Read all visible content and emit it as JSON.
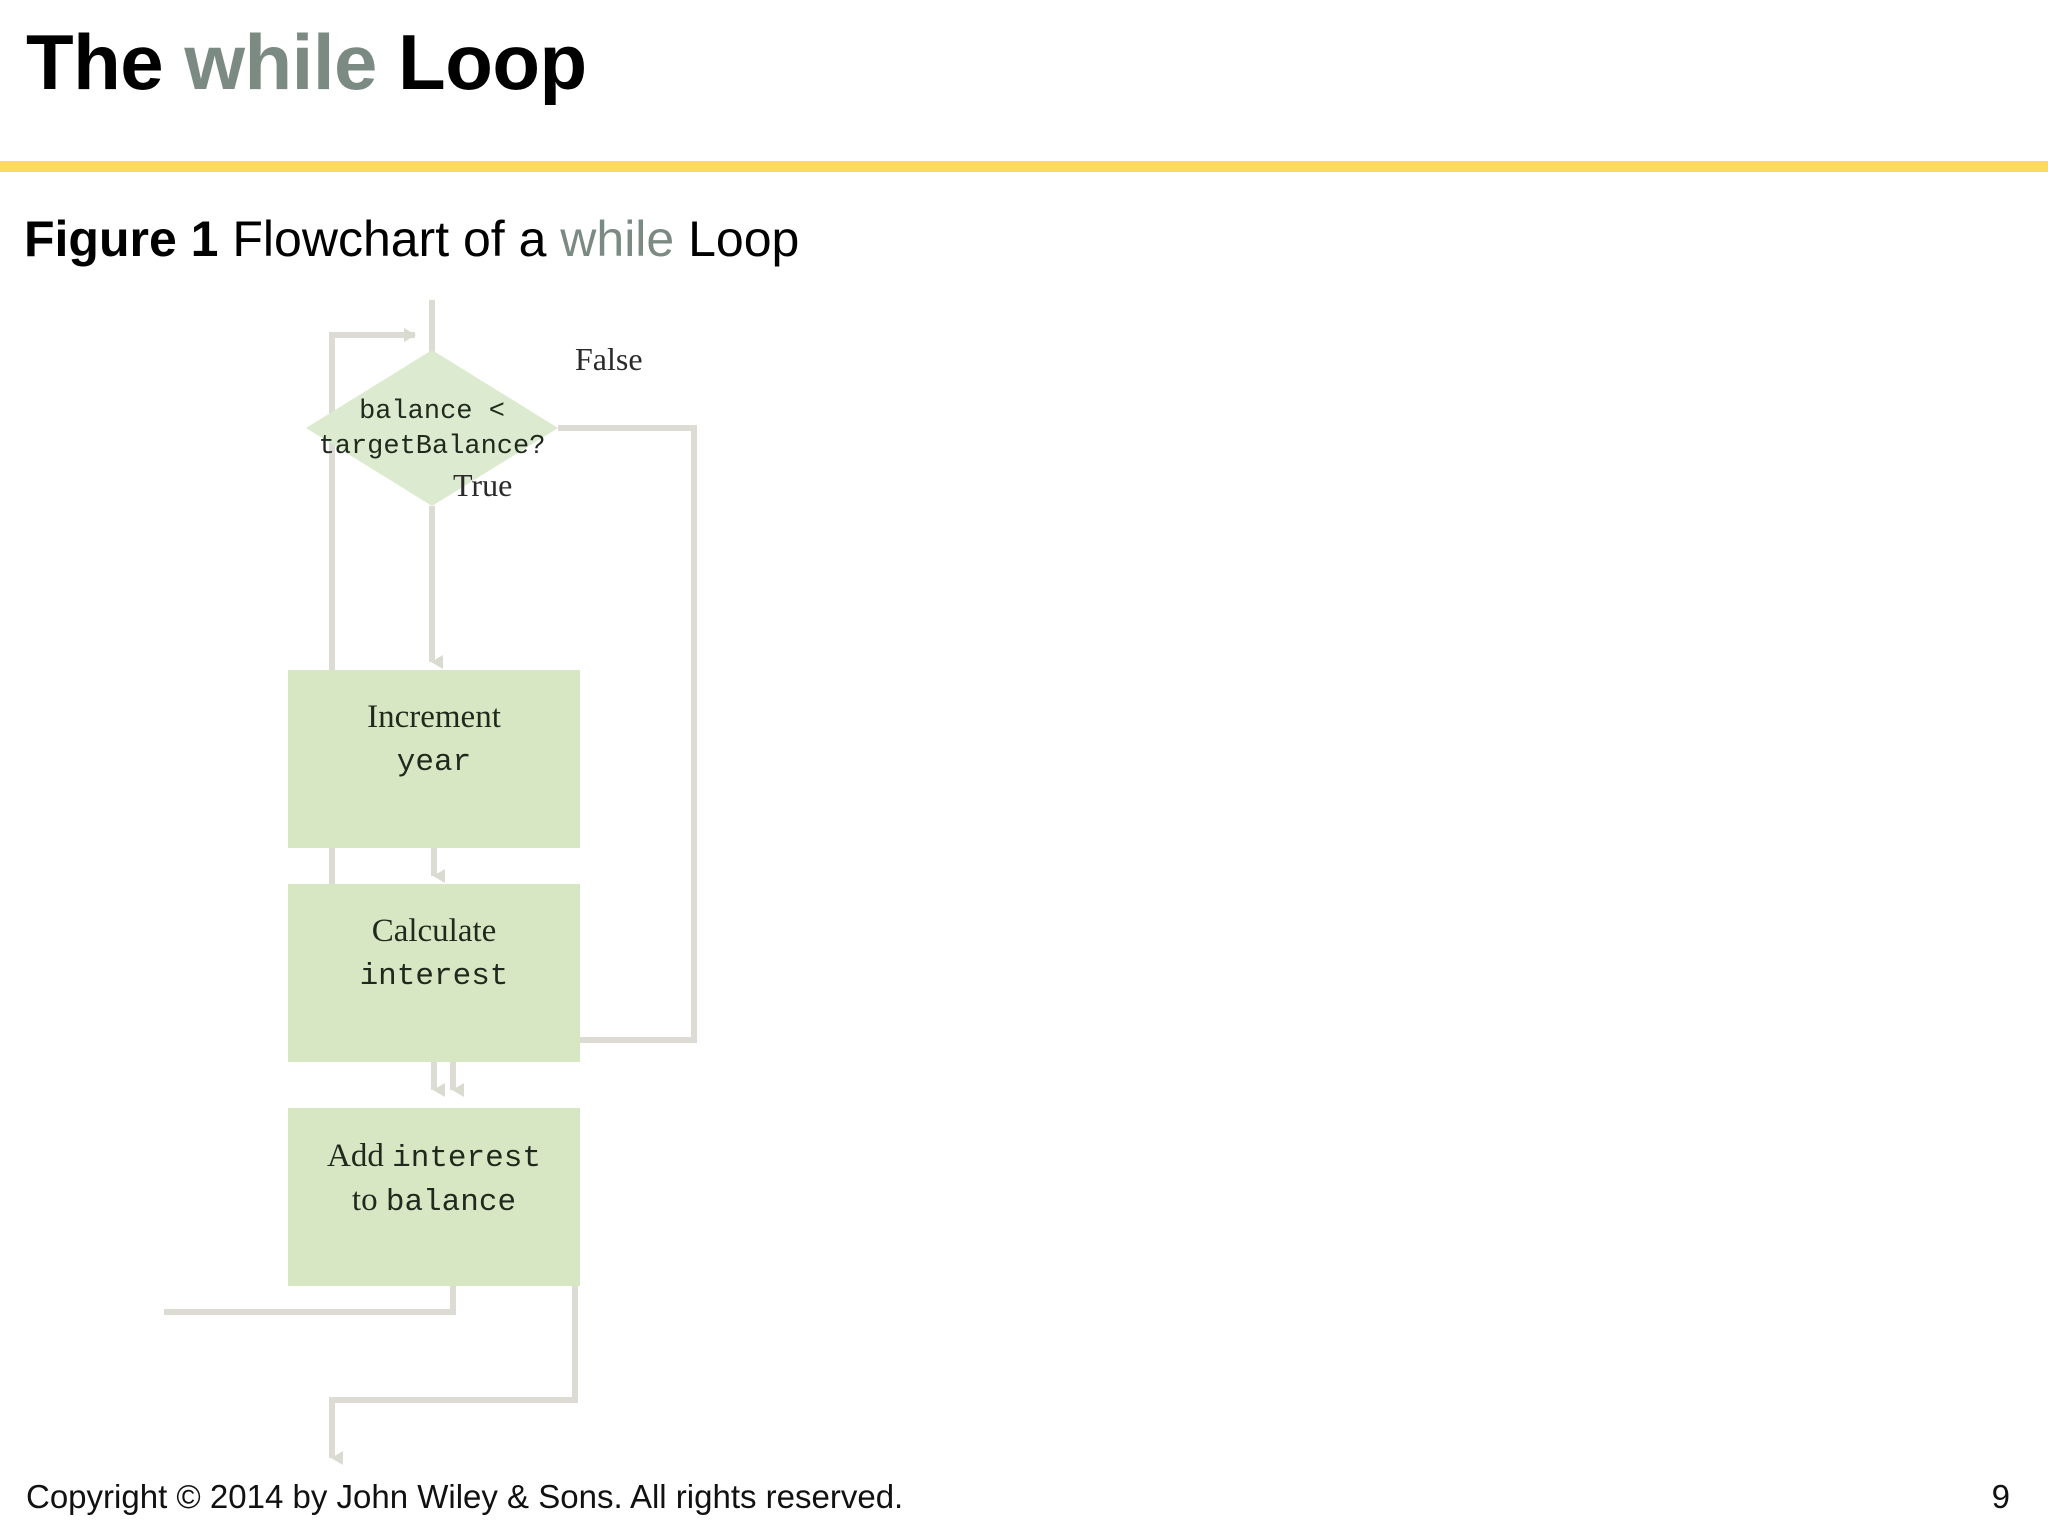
{
  "slide": {
    "title_pre": "The ",
    "title_keyword": "while",
    "title_post": " Loop",
    "accent_rule_color": "#FCD962",
    "keyword_color": "#7b8b83"
  },
  "figure": {
    "label": "Figure 1",
    "caption_pre": " Flowchart of a ",
    "caption_keyword": "while",
    "caption_post": " Loop"
  },
  "flowchart": {
    "fill_color": "#d8e7c3",
    "diamond_fill": "#dcead0",
    "line_color": "#dcdcd4",
    "decision": {
      "line1": "balance <",
      "line2": "targetBalance?"
    },
    "branch_true": "True",
    "branch_false": "False",
    "steps": [
      {
        "line1_word": "Increment",
        "line2_code": "year"
      },
      {
        "line1_word": "Calculate",
        "line2_code": "interest"
      },
      {
        "line1_word": "Add ",
        "line1_code": "interest",
        "line2_word": "to ",
        "line2_code": "balance"
      }
    ]
  },
  "footer": {
    "copyright": "Copyright © 2014 by John Wiley & Sons.  All rights reserved.",
    "page_number": "9"
  }
}
